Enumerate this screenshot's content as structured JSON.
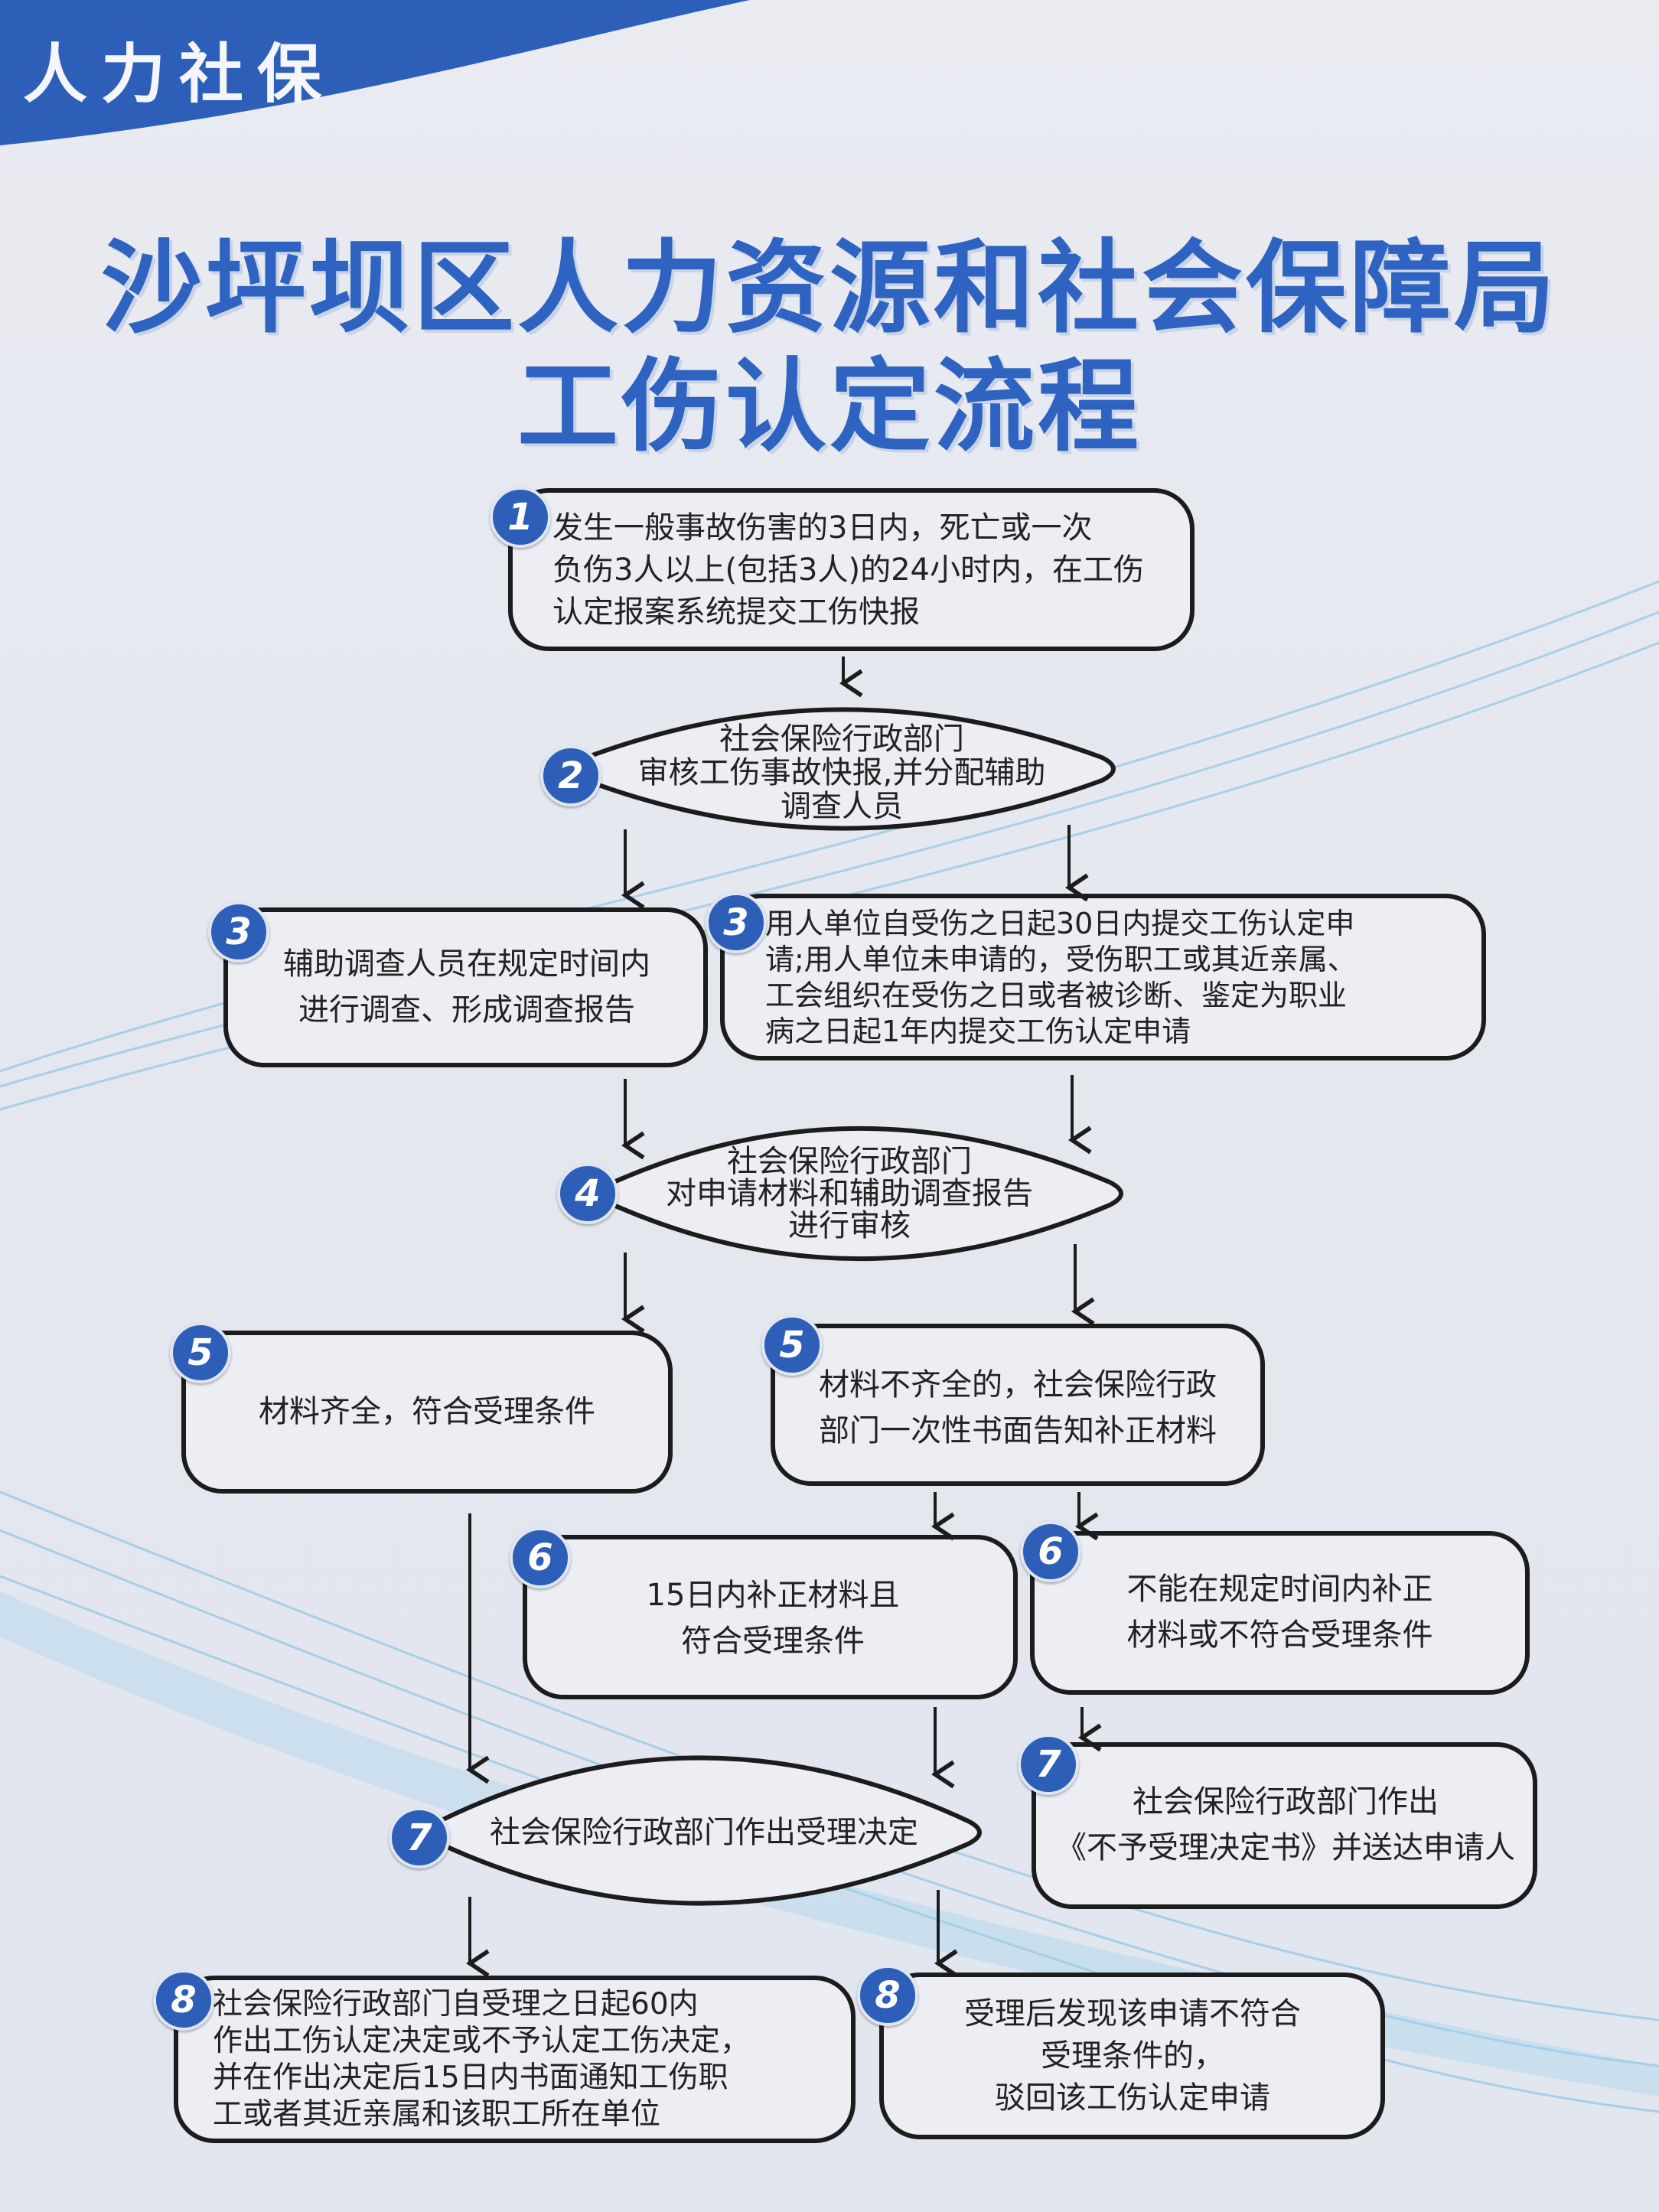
{
  "header": {
    "brand": "人力社保",
    "title_line1": "沙坪坝区人力资源和社会保障局",
    "title_line2": "工伤认定流程"
  },
  "colors": {
    "brand_blue": "#2f63c2",
    "badge_blue": "#2d5fb8",
    "stroke": "#1c1c1c"
  },
  "steps": {
    "s1": {
      "num": "1",
      "lines": [
        "发生一般事故伤害的3日内，死亡或一次",
        "负伤3人以上(包括3人)的24小时内，在工伤",
        "认定报案系统提交工伤快报"
      ]
    },
    "s2": {
      "num": "2",
      "lines": [
        "社会保险行政部门",
        "审核工伤事故快报,并分配辅助",
        "调查人员"
      ]
    },
    "s3a": {
      "num": "3",
      "lines": [
        "辅助调查人员在规定时间内",
        "进行调查、形成调查报告"
      ]
    },
    "s3b": {
      "num": "3",
      "lines": [
        "用人单位自受伤之日起30日内提交工伤认定申",
        "请;用人单位未申请的，受伤职工或其近亲属、",
        "工会组织在受伤之日或者被诊断、鉴定为职业",
        "病之日起1年内提交工伤认定申请"
      ]
    },
    "s4": {
      "num": "4",
      "lines": [
        "社会保险行政部门",
        "对申请材料和辅助调查报告",
        "进行审核"
      ]
    },
    "s5a": {
      "num": "5",
      "lines": [
        "材料齐全，符合受理条件"
      ]
    },
    "s5b": {
      "num": "5",
      "lines": [
        "材料不齐全的，社会保险行政",
        "部门一次性书面告知补正材料"
      ]
    },
    "s6a": {
      "num": "6",
      "lines": [
        "15日内补正材料且",
        "符合受理条件"
      ]
    },
    "s6b": {
      "num": "6",
      "lines": [
        "不能在规定时间内补正",
        "材料或不符合受理条件"
      ]
    },
    "s7a": {
      "num": "7",
      "lines": [
        "社会保险行政部门作出受理决定"
      ]
    },
    "s7b": {
      "num": "7",
      "lines": [
        "社会保险行政部门作出",
        "《不予受理决定书》并送达申请人"
      ]
    },
    "s8a": {
      "num": "8",
      "lines": [
        "社会保险行政部门自受理之日起60内",
        "作出工伤认定决定或不予认定工伤决定，",
        "并在作出决定后15日内书面通知工伤职",
        "工或者其近亲属和该职工所在单位"
      ]
    },
    "s8b": {
      "num": "8",
      "lines": [
        "受理后发现该申请不符合",
        "受理条件的，",
        "驳回该工伤认定申请"
      ]
    }
  }
}
